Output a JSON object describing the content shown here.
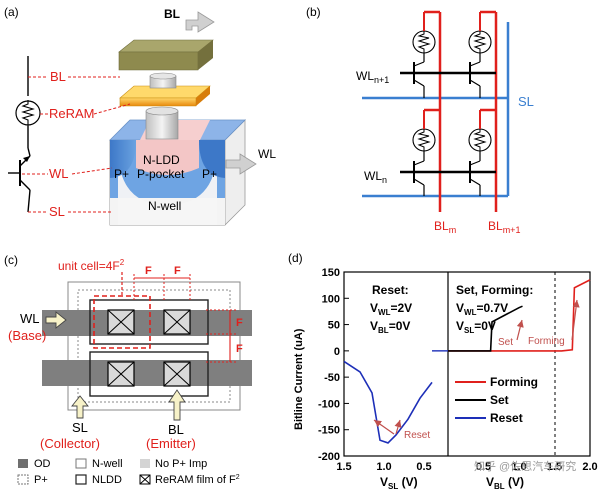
{
  "panels": {
    "a": {
      "tag": "(a)",
      "bl_top": "BL",
      "bl": "BL",
      "reram": "ReRAM",
      "wl": "WL",
      "sl": "SL",
      "wl_right": "WL",
      "nldd": "N-LDD",
      "ppocket": "P-pocket",
      "pplus_left": "P+",
      "pplus_right": "P+",
      "nwell": "N-well"
    },
    "b": {
      "tag": "(b)",
      "wl_top_main": "WL",
      "wl_top_sub": "n+1",
      "wl_bot_main": "WL",
      "wl_bot_sub": "n",
      "sl": "SL",
      "blm_main": "BL",
      "blm_sub": "m",
      "blm1_main": "BL",
      "blm1_sub": "m+1"
    },
    "c": {
      "tag": "(c)",
      "unit_cell": "unit cell=4F",
      "unit_cell_sup": "2",
      "f1": "F",
      "f2": "F",
      "f3": "F",
      "f4": "F",
      "wl": "WL",
      "base": "(Base)",
      "sl": "SL",
      "collector": "(Collector)",
      "bl": "BL",
      "emitter": "(Emitter)",
      "legend": {
        "od": "OD",
        "nwell": "N-well",
        "noimp": "No P+ Imp",
        "pplus": "P+",
        "nldd": "NLDD",
        "reram": "ReRAM film of F",
        "reram_sup": "2"
      }
    },
    "d": {
      "tag": "(d)",
      "ylabel": "Bitline Current (uA)",
      "y_ticks": [
        "150",
        "100",
        "50",
        "0",
        "-50",
        "-100",
        "-150",
        "-200"
      ],
      "x_ticks_left": [
        "1.5",
        "1.0",
        "0.5"
      ],
      "x_ticks_right": [
        "0.5",
        "1.0",
        "1.5",
        "2.0"
      ],
      "xlabel_left_main": "V",
      "xlabel_left_sub": "SL",
      "xlabel_left_unit": " (V)",
      "xlabel_right_main": "V",
      "xlabel_right_sub": "BL",
      "xlabel_right_unit": " (V)",
      "reset_box": {
        "title": "Reset:",
        "l1_main": "V",
        "l1_sub": "WL",
        "l1_val": "=2V",
        "l2_main": "V",
        "l2_sub": "BL",
        "l2_val": "=0V"
      },
      "set_box": {
        "title": "Set, Forming:",
        "l1_main": "V",
        "l1_sub": "WL",
        "l1_val": "=0.7V",
        "l2_main": "V",
        "l2_sub": "SL",
        "l2_val": "=0V"
      },
      "arrow_set": "Set",
      "arrow_forming": "Forming",
      "arrow_reset": "Reset",
      "legend": [
        {
          "label": "Forming",
          "color": "#e0201c"
        },
        {
          "label": "Set",
          "color": "#000000"
        },
        {
          "label": "Reset",
          "color": "#1d2fb8"
        }
      ]
    }
  },
  "watermark": "知乎 @佐思汽车研究",
  "colors": {
    "red": "#e0201c",
    "blue": "#3a7fd0",
    "darkblue": "#1d2fb8",
    "olive": "#8e8a4e",
    "orange": "#f3a31a"
  },
  "chart_data": {
    "type": "line",
    "title": "",
    "xlabel_left": "VSL (V)",
    "xlabel_right": "VBL (V)",
    "ylabel": "Bitline Current (uA)",
    "ylim": [
      -200,
      150
    ],
    "series": [
      {
        "name": "Forming",
        "x_axis": "VBL",
        "x": [
          0.0,
          1.6,
          1.75,
          1.78,
          2.0
        ],
        "y": [
          0,
          0,
          2,
          120,
          135
        ]
      },
      {
        "name": "Set",
        "x_axis": "VBL",
        "x": [
          0.0,
          0.6,
          0.62,
          1.0,
          1.05
        ],
        "y": [
          0,
          0,
          55,
          82,
          85
        ]
      },
      {
        "name": "Reset",
        "x_axis": "VSL",
        "x": [
          1.5,
          1.3,
          1.15,
          1.05,
          0.95,
          0.85,
          0.7,
          0.55,
          0.4
        ],
        "y": [
          -20,
          -40,
          -80,
          -170,
          -175,
          -160,
          -130,
          -90,
          -60
        ]
      }
    ]
  }
}
